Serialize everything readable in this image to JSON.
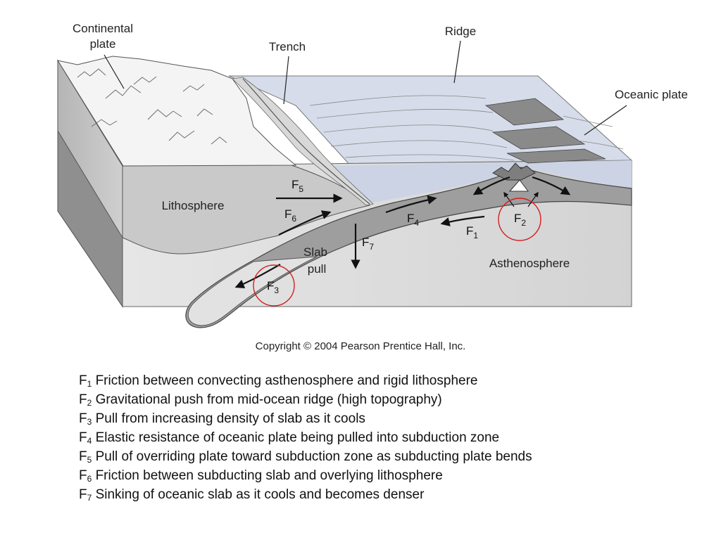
{
  "diagram": {
    "labels": {
      "continental_plate": [
        "Continental",
        "plate"
      ],
      "trench": "Trench",
      "ridge": "Ridge",
      "oceanic_plate": "Oceanic plate",
      "lithosphere": "Lithosphere",
      "asthenosphere": "Asthenosphere",
      "slab_pull": [
        "Slab",
        "pull"
      ]
    },
    "forces": [
      {
        "base": "F",
        "sub": "1"
      },
      {
        "base": "F",
        "sub": "2"
      },
      {
        "base": "F",
        "sub": "3"
      },
      {
        "base": "F",
        "sub": "4"
      },
      {
        "base": "F",
        "sub": "5"
      },
      {
        "base": "F",
        "sub": "6"
      },
      {
        "base": "F",
        "sub": "7"
      }
    ],
    "highlight_color": "#d42020"
  },
  "copyright": "Copyright © 2004 Pearson Prentice Hall, Inc.",
  "legend": [
    {
      "base": "F",
      "sub": "1",
      "text": " Friction between convecting asthenosphere and rigid lithosphere"
    },
    {
      "base": "F",
      "sub": "2",
      "text": " Gravitational push from mid-ocean ridge (high topography)"
    },
    {
      "base": "F",
      "sub": "3",
      "text": " Pull from increasing density of slab as it cools"
    },
    {
      "base": "F",
      "sub": "4",
      "text": " Elastic resistance of oceanic plate being pulled into subduction zone"
    },
    {
      "base": "F",
      "sub": "5",
      "text": " Pull of overriding plate toward subduction zone as subducting plate bends"
    },
    {
      "base": "F",
      "sub": "6",
      "text": " Friction between subducting slab and overlying lithosphere"
    },
    {
      "base": "F",
      "sub": "7",
      "text": " Sinking of oceanic slab as it cools and becomes denser"
    }
  ]
}
